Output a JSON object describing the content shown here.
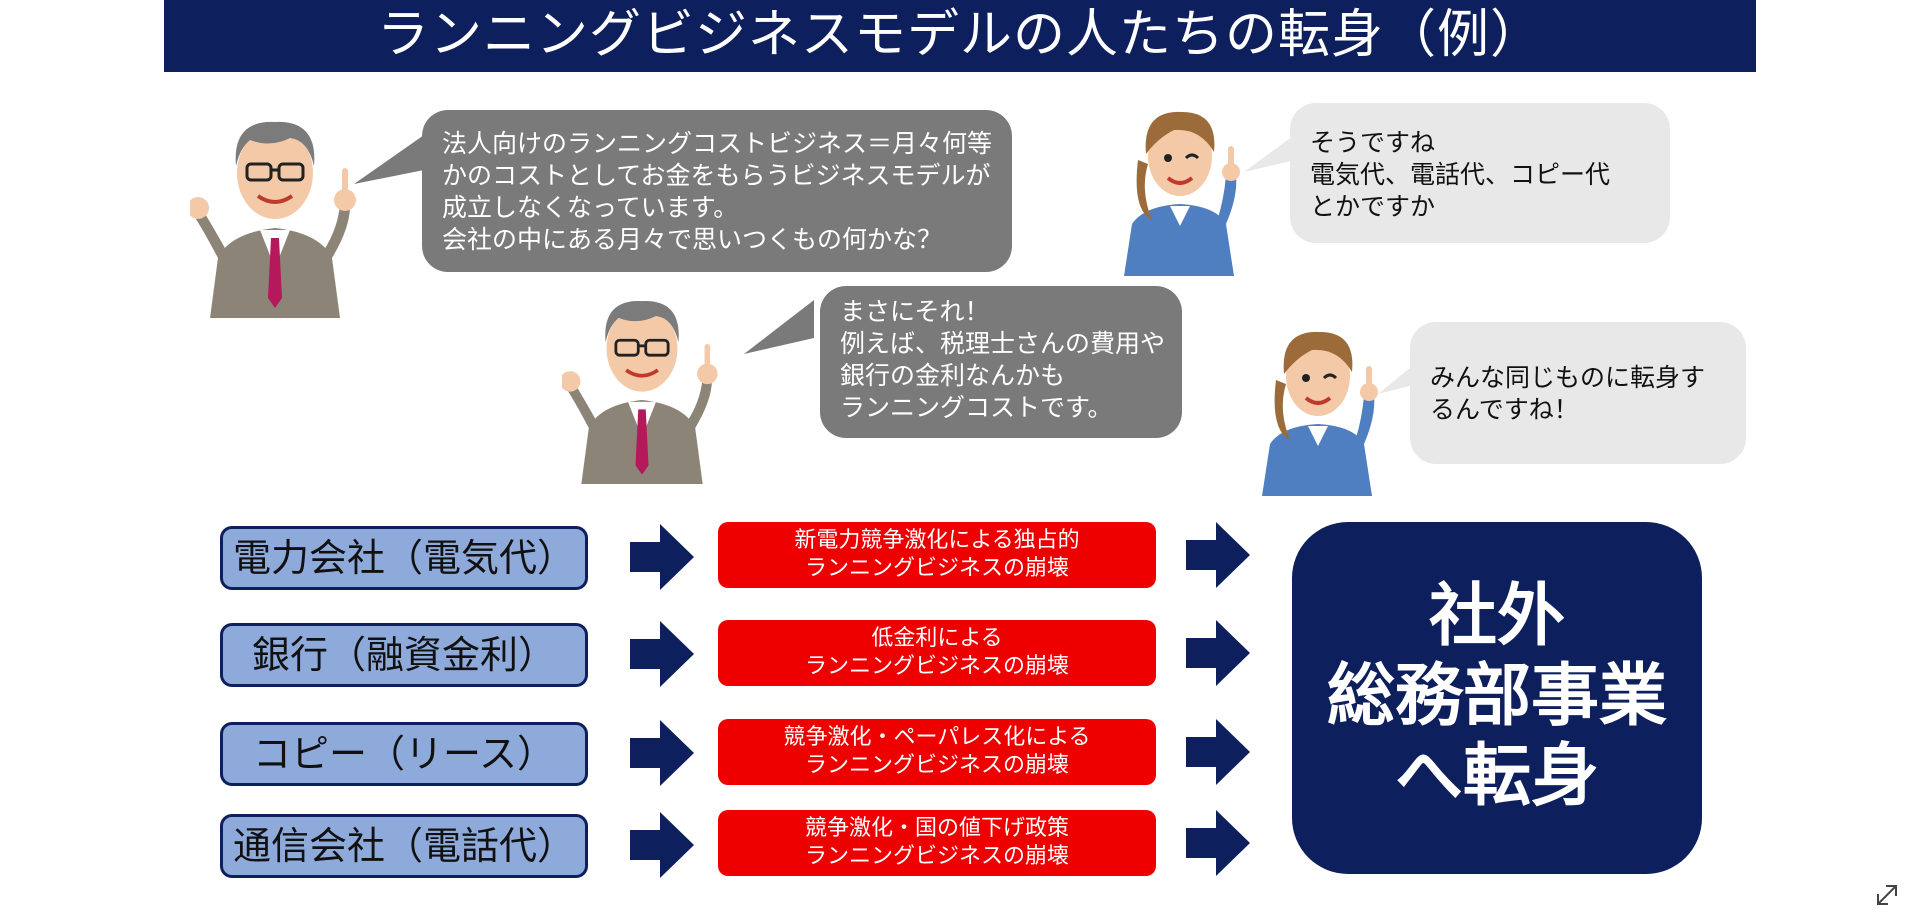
{
  "title": "ランニングビジネスモデルの人たちの転身（例）",
  "dialogue": [
    {
      "speaker": "man",
      "lines": [
        "法人向けのランニングコストビジネス＝月々何等",
        "かのコストとしてお金をもらうビジネスモデルが",
        "成立しなくなっています。",
        "会社の中にある月々で思いつくもの何かな？"
      ]
    },
    {
      "speaker": "woman",
      "lines": [
        "そうですね",
        "電気代、電話代、コピー代",
        "とかですか"
      ]
    },
    {
      "speaker": "man",
      "lines": [
        "まさにそれ！",
        "例えば、税理士さんの費用や",
        "銀行の金利なんかも",
        "ランニングコストです。"
      ]
    },
    {
      "speaker": "woman",
      "lines": [
        "みんな同じものに転身す",
        "るんですね！"
      ]
    }
  ],
  "flows": [
    {
      "source": "電力会社（電気代）",
      "cause": [
        "新電力競争激化による独占的",
        "ランニングビジネスの崩壊"
      ]
    },
    {
      "source": "銀行（融資金利）",
      "cause": [
        "低金利による",
        "ランニングビジネスの崩壊"
      ]
    },
    {
      "source": "コピー（リース）",
      "cause": [
        "競争激化・ペーパレス化による",
        "ランニングビジネスの崩壊"
      ]
    },
    {
      "source": "通信会社（電話代）",
      "cause": [
        "競争激化・国の値下げ政策",
        "ランニングビジネスの崩壊"
      ]
    }
  ],
  "result": [
    "社外",
    "総務部事業",
    "へ転身"
  ],
  "colors": {
    "navy": "#0d1f5c",
    "source_fill": "#8eaadb",
    "cause_fill": "#ee0000",
    "bubble_gray": "#7a7a7a",
    "bubble_light": "#e8e8e8"
  },
  "icons": {
    "man": "businessman-pointing-icon",
    "woman": "businesswoman-pointing-icon",
    "arrow": "arrow-right-icon",
    "expand": "expand-icon"
  }
}
